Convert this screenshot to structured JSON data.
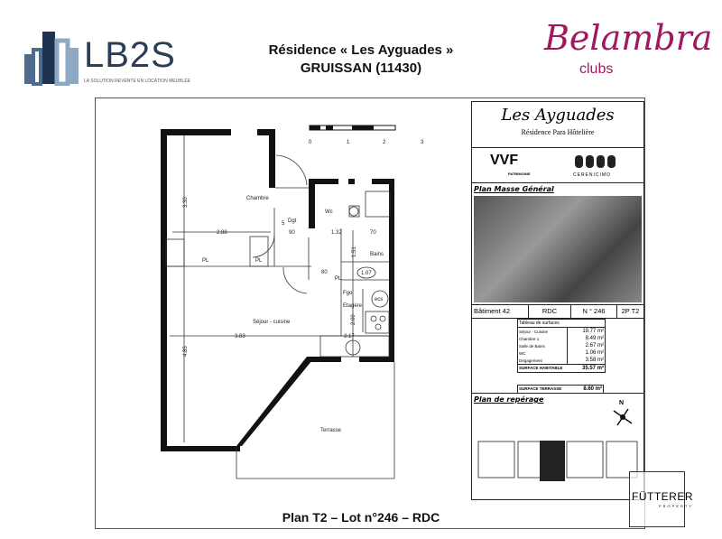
{
  "header": {
    "title": "Résidence « Les Ayguades »",
    "subtitle": "GRUISSAN (11430)"
  },
  "logos": {
    "lb2s": {
      "text": "LB2S",
      "tagline": "LA SOLUTION REVENTE EN LOCATION MEUBLÉE",
      "color": "#2c3e55",
      "accent": "#8fa9c4"
    },
    "belambra": {
      "text": "Belambra",
      "sub": "clubs",
      "color": "#a0185e"
    },
    "futterer": {
      "text": "FÜTTERER",
      "sub": "PROPERTY"
    }
  },
  "plan": {
    "scale_ticks": [
      "0",
      "1",
      "2",
      "3"
    ],
    "rooms": {
      "chambre": "Chambre",
      "dgt": "Dgt",
      "wc": "Wc",
      "bains": "Bains",
      "sejour": "Séjour - cuisine",
      "terrasse": "Terrasse",
      "fgo": "Fgo",
      "etagere": "Etagère",
      "ecs": "ecs",
      "pl": "PL"
    },
    "dims": {
      "d330": "3.30",
      "d288": "2.88",
      "d90": "90",
      "d132": "1.32",
      "d70": "70",
      "d151": "1.51",
      "d80": "80",
      "d107": "1.07",
      "d200": "2.00",
      "d383": "3.83",
      "d217": "2.17",
      "d485": "4.85",
      "d5": "5"
    }
  },
  "panel": {
    "residence": "Les Ayguades",
    "residence_sub": "Résidence Para Hôtelière",
    "vvf": "VVF",
    "vvf_sub": "PATRIMOINE",
    "cerenicimo": "CERENICIMO",
    "masse_title": "Plan Masse Général",
    "info": [
      "Bâtiment 42",
      "RDC",
      "N ° 246",
      "2P T2"
    ],
    "table_title": "Tableau de surfaces",
    "surfaces": [
      {
        "room": "Séjour - Cuisine",
        "area": "19.77 m²"
      },
      {
        "room": "Chambre 1",
        "area": "8.49 m²"
      },
      {
        "room": "Salle de Bains",
        "area": "2.67 m²"
      },
      {
        "room": "WC",
        "area": "1.06 m²"
      },
      {
        "room": "Degagement",
        "area": "3.58 m²"
      }
    ],
    "habitable_label": "SURFACE HABITABLE",
    "habitable": "35.57 m²",
    "terrasse_label": "SURFACE TERRASSE",
    "terrasse": "8.60 m²",
    "reperage_title": "Plan de repérage",
    "north": "N"
  },
  "footer": {
    "caption": "Plan T2 – Lot n°246 – RDC"
  }
}
